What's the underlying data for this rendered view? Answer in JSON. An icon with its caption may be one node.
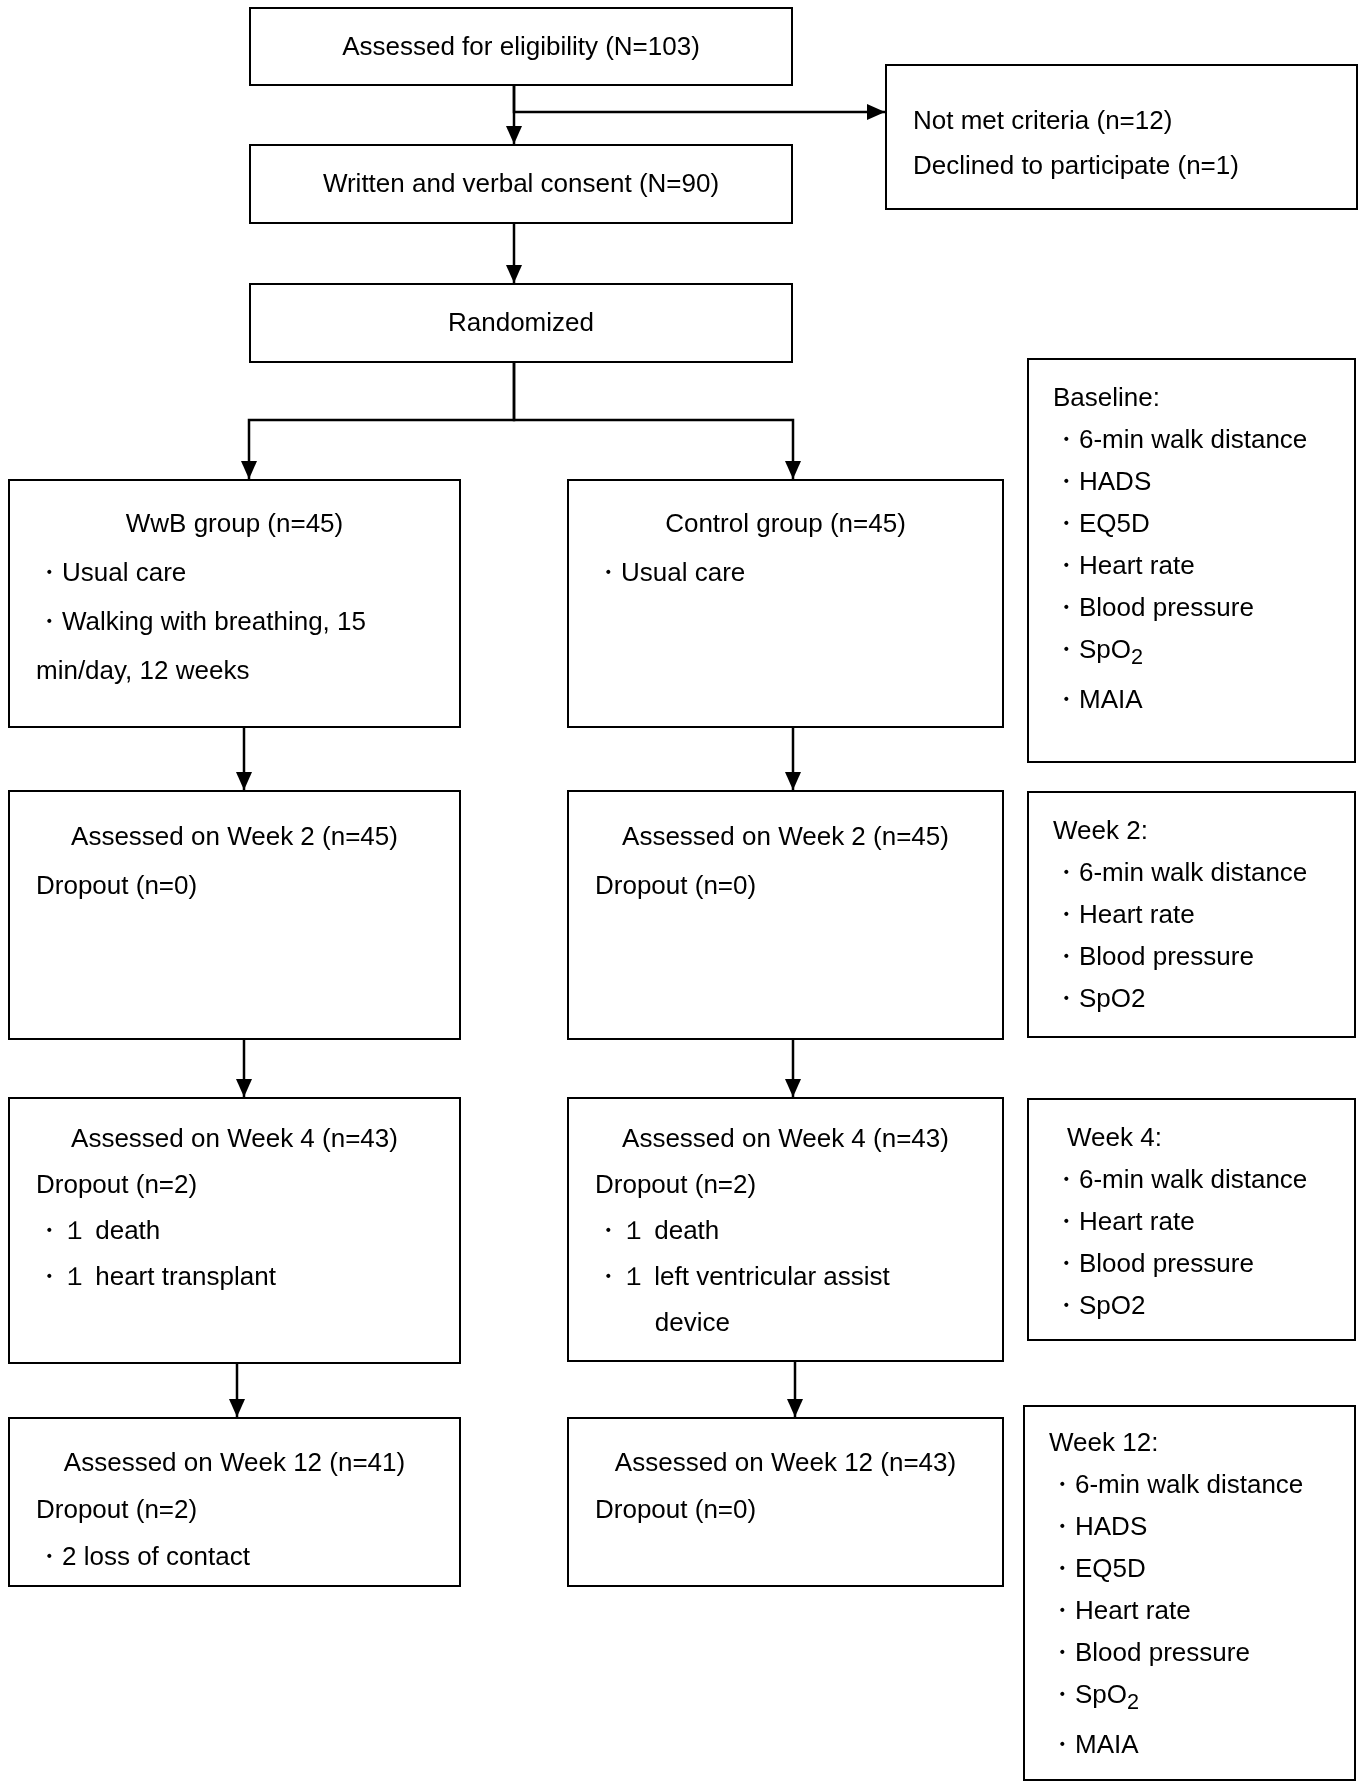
{
  "diagram": {
    "nodes": [
      {
        "text": [
          "Assessed for eligibility (N=103)"
        ]
      },
      {
        "text": [
          "Not met criteria (n=12)",
          "Declined to participate (n=1)"
        ]
      },
      {
        "text": [
          "Written and verbal consent (N=90)"
        ]
      },
      {
        "text": [
          "Randomized"
        ]
      },
      {
        "text": [
          "Baseline:",
          "・6-min walk distance",
          "・HADS",
          "・EQ5D",
          "・Heart rate",
          "・Blood pressure",
          "・SpO$_{2}$",
          "・MAIA"
        ]
      },
      {
        "text": [
          "WwB group (n=45)",
          "・Usual care",
          "・Walking with breathing, 15 min/day, 12 weeks"
        ]
      },
      {
        "text": [
          "Control group (n=45)",
          "・Usual care"
        ]
      },
      {
        "text": [
          "Assessed on Week 2 (n=45)",
          "Dropout (n=0)"
        ]
      },
      {
        "text": [
          "Assessed on Week 2 (n=45)",
          "Dropout (n=0)"
        ]
      },
      {
        "text": [
          "Week 2:",
          "・6-min walk distance",
          "・Heart rate",
          "・Blood pressure",
          "・SpO2"
        ]
      },
      {
        "text": [
          "Assessed on Week 4 (n=43)",
          "Dropout (n=2)",
          "・１ death",
          "・１ heart transplant"
        ]
      },
      {
        "text": [
          "Assessed on Week 4 (n=43)",
          "Dropout (n=2)",
          "・１ death",
          "・１ left ventricular assist device"
        ]
      },
      {
        "text": [
          "Week 4:",
          "・6-min walk distance",
          "・Heart rate",
          "・Blood pressure",
          "・SpO2"
        ]
      },
      {
        "text": [
          "Assessed on Week 12 (n=41)",
          "Dropout (n=2)",
          "・2 loss of contact"
        ]
      },
      {
        "text": [
          "Assessed on Week 12 (n=43)",
          "Dropout (n=0)"
        ]
      },
      {
        "text": [
          "Week 12:",
          "・6-min walk distance",
          "・HADS",
          "・EQ5D",
          "・Heart rate",
          "・Blood pressure",
          "・SpO$_{2}$",
          "・MAIA"
        ]
      }
    ],
    "edges": [
      {
        "from": 0,
        "to": 2,
        "arrow": "to"
      },
      {
        "from": 0,
        "to": 1,
        "arrow": "to"
      },
      {
        "from": 2,
        "to": 3,
        "arrow": "to"
      },
      {
        "from": 3,
        "to": 5,
        "arrow": "to"
      },
      {
        "from": 3,
        "to": 6,
        "arrow": "to"
      },
      {
        "from": 5,
        "to": 7,
        "arrow": "to"
      },
      {
        "from": 6,
        "to": 8,
        "arrow": "to"
      },
      {
        "from": 7,
        "to": 10,
        "arrow": "to"
      },
      {
        "from": 8,
        "to": 11,
        "arrow": "to"
      },
      {
        "from": 10,
        "to": 13,
        "arrow": "to"
      },
      {
        "from": 11,
        "to": 14,
        "arrow": "to"
      }
    ]
  }
}
